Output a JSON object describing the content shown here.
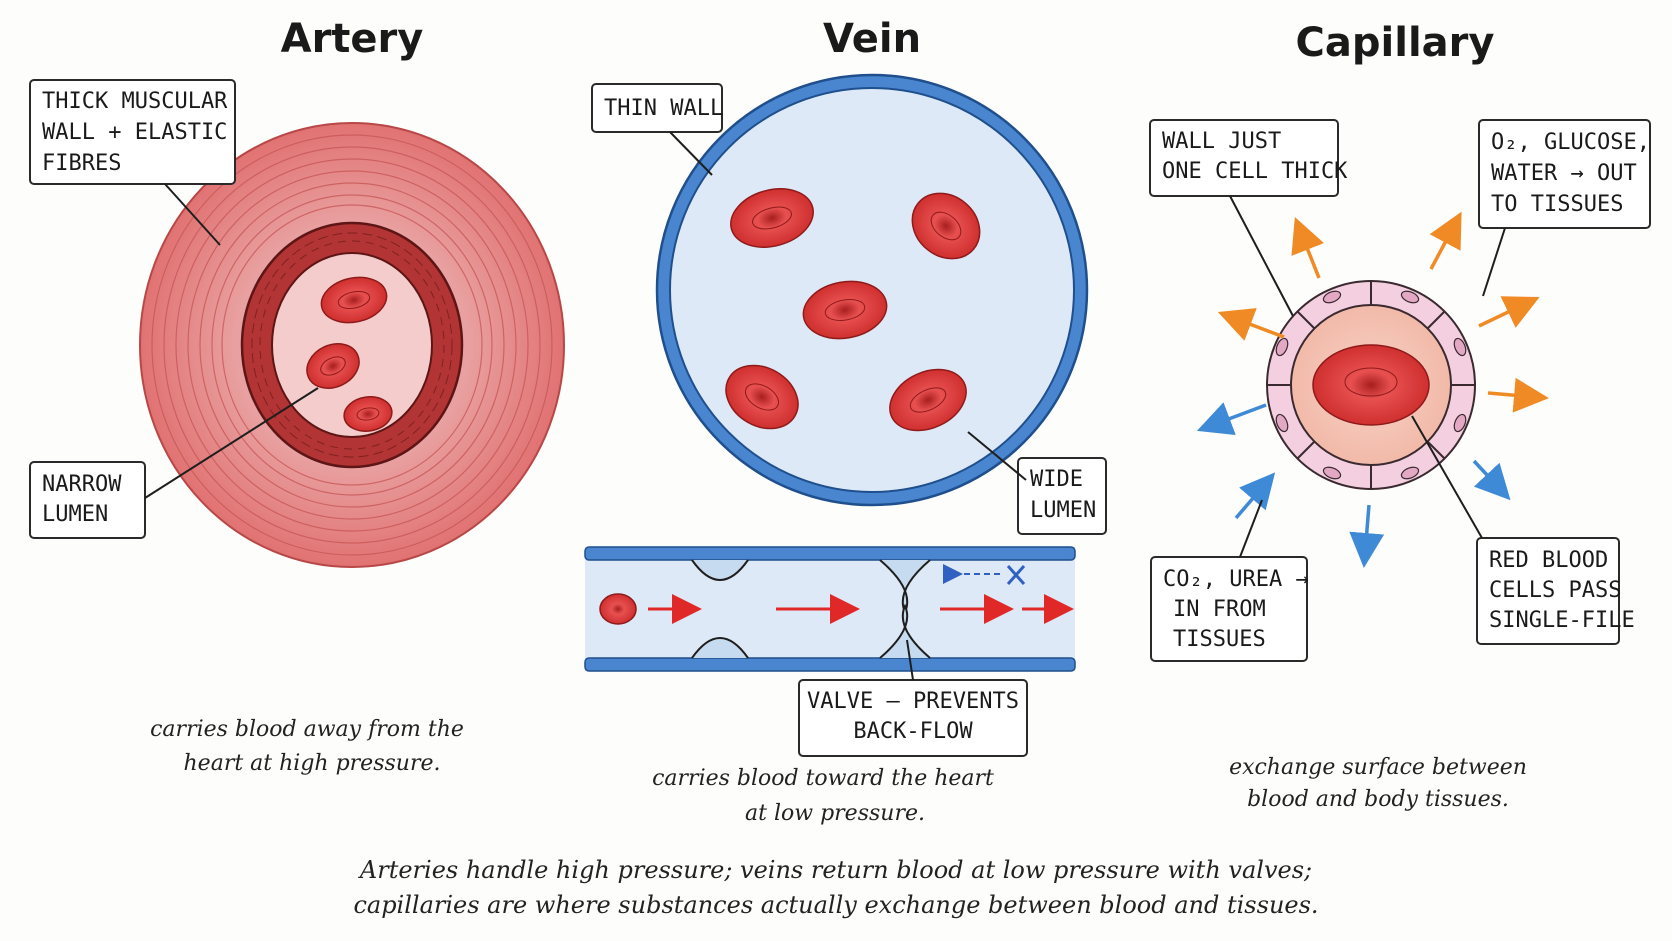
{
  "titles": {
    "artery": "Artery",
    "vein": "Vein",
    "capillary": "Capillary"
  },
  "artery": {
    "wall_label": [
      "THICK MUSCULAR",
      "WALL + ELASTIC",
      "FIBRES"
    ],
    "lumen_label": [
      "NARROW",
      "LUMEN"
    ],
    "caption": [
      "carries blood away from the",
      "heart at high pressure."
    ]
  },
  "vein": {
    "wall_label": [
      "THIN WALL"
    ],
    "lumen_label": [
      "WIDE",
      "LUMEN"
    ],
    "valve_label": [
      "VALVE — PREVENTS",
      "BACK-FLOW"
    ],
    "caption": [
      "carries blood toward the heart",
      "at low pressure."
    ]
  },
  "capillary": {
    "wall_label": [
      "WALL JUST",
      "ONE CELL THICK"
    ],
    "out_label": [
      "O₂, GLUCOSE,",
      "WATER → OUT",
      "TO TISSUES"
    ],
    "in_label": [
      "CO₂, UREA →",
      "IN FROM",
      "TISSUES"
    ],
    "rbc_label": [
      "RED BLOOD",
      "CELLS PASS",
      "SINGLE-FILE"
    ],
    "caption": [
      "exchange surface between",
      "blood and body tissues."
    ]
  },
  "footer": [
    "Arteries handle high pressure; veins return blood at low pressure with valves;",
    "capillaries are where substances actually exchange between blood and tissues."
  ],
  "colors": {
    "artery_wall": "#e88a8a",
    "artery_muscle": "#b83c3c",
    "vein_wall": "#4a86cf",
    "vein_lumen": "#dde9f6",
    "rbc": "#d93535",
    "capillary_cell": "#f3cfe0",
    "arrow_out": "#f08a24",
    "arrow_in": "#3f8ad6"
  }
}
